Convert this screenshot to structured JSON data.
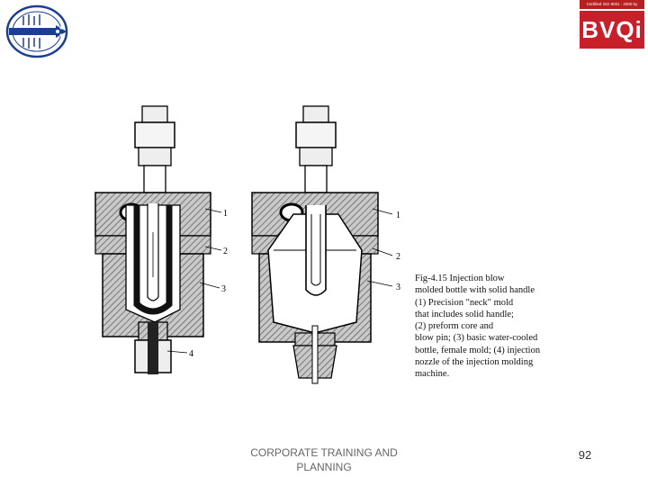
{
  "slide": {
    "logo_left_icon": "training-institute-logo-icon",
    "logo_right": {
      "top_text": "Certified ISO 9001 : 2000 by",
      "mark": "BVQi"
    },
    "figure": {
      "callouts": [
        "1",
        "2",
        "3",
        "4",
        "1",
        "2",
        "3"
      ],
      "caption_lines": [
        "Fig-4.15   Injection blow",
        "molded bottle with solid handle",
        "(1) Precision \"neck\" mold",
        "that includes solid handle;",
        "(2) preform core and",
        "blow pin; (3) basic water-cooled",
        "bottle, female mold; (4) injection",
        "nozzle of the injection molding",
        "machine."
      ]
    },
    "footer": {
      "line1": "CORPORATE TRAINING AND",
      "line2": "PLANNING"
    },
    "page_number": "92"
  }
}
